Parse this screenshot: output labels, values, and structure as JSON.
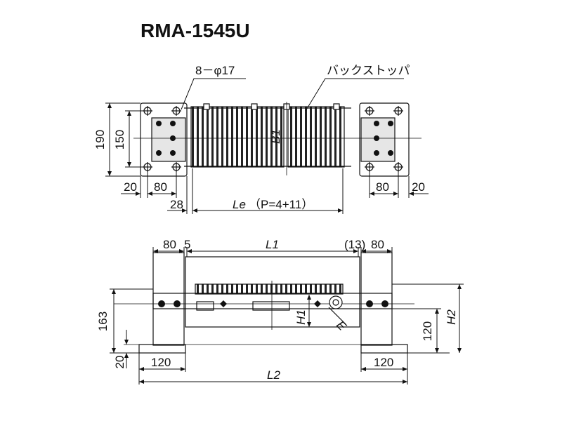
{
  "title": "RMA-1545U",
  "callouts": {
    "holes": "8－φ17",
    "back_stopper": "バックストッパ"
  },
  "top_view": {
    "overall_height": "190",
    "hole_pitch": "150",
    "left_edge": "20",
    "left_width": "80",
    "offset": "28",
    "length_label": "Le",
    "length_note": "（P=4+11）",
    "right_width": "80",
    "right_edge": "20",
    "b1": "B1"
  },
  "front_view": {
    "top_left_width": "80",
    "top_left_gap": "5",
    "l1": "L1",
    "top_right_gap": "(13)",
    "top_right_width": "80",
    "overall_height": "163",
    "base_thickness": "20",
    "h1": "H1",
    "e": "E",
    "rail_height": "120",
    "h2": "H2",
    "foot_left": "120",
    "foot_right": "120",
    "l2": "L2"
  }
}
